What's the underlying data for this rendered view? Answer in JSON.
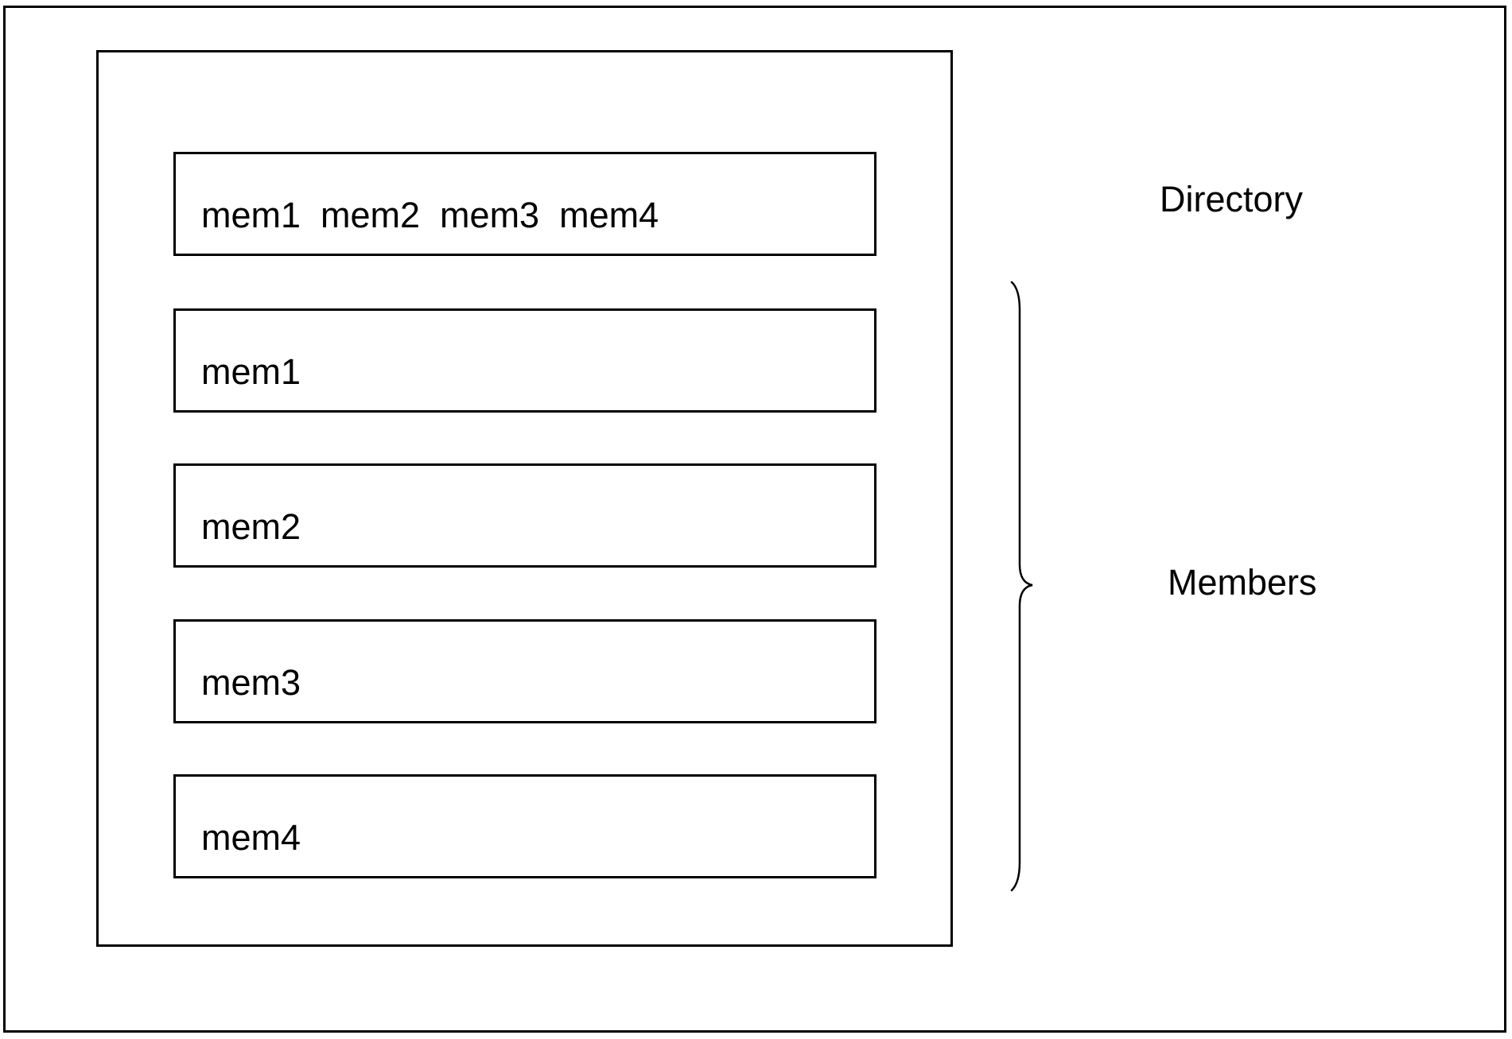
{
  "directory_box": {
    "text": "mem1  mem2  mem3  mem4"
  },
  "member_boxes": [
    {
      "text": "mem1"
    },
    {
      "text": "mem2"
    },
    {
      "text": "mem3"
    },
    {
      "text": "mem4"
    }
  ],
  "labels": {
    "directory": "Directory",
    "members": "Members"
  },
  "colors": {
    "stroke": "#000000",
    "background": "#ffffff"
  }
}
